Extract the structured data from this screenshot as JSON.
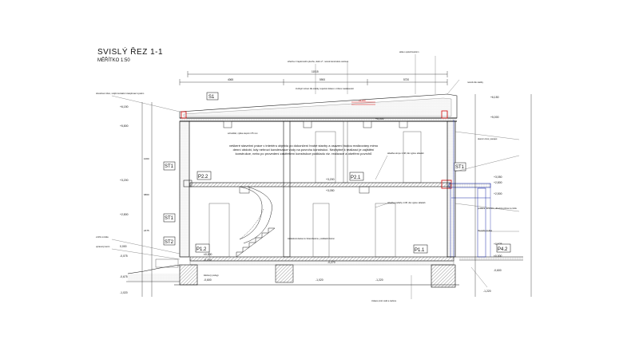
{
  "drawing": {
    "title": "SVISLÝ ŘEZ 1-1",
    "scale": "MĚŘÍTKO 1:50"
  },
  "room_tags": [
    {
      "id": "s1",
      "label": "S1"
    },
    {
      "id": "st1a",
      "label": "ST1"
    },
    {
      "id": "p22",
      "label": "P2.2"
    },
    {
      "id": "p21",
      "label": "P2.1"
    },
    {
      "id": "st1b",
      "label": "ST1"
    },
    {
      "id": "st2",
      "label": "ST2"
    },
    {
      "id": "p12",
      "label": "P1.2"
    },
    {
      "id": "p11",
      "label": "P1.1"
    },
    {
      "id": "st1c",
      "label": "ST1"
    },
    {
      "id": "p42",
      "label": "P4.2"
    }
  ],
  "levels_left": [
    "+6,150",
    "+5,800",
    "+3,200",
    "+2,800",
    "0,000",
    "-0,075",
    "-0,675",
    "-1,020"
  ],
  "levels_right": [
    "+6,150",
    "+5,000",
    "+3,050",
    "+2,800",
    "+2,500",
    "+0,625",
    "±0,000",
    "-0,600",
    "-1,220"
  ],
  "levels_inner": [
    "+6,000",
    "+3,200",
    "+3,050",
    "±0,000",
    "-0,150",
    "-0,270",
    "-0,600",
    "-1,020",
    "-1,220"
  ],
  "dimensions": [
    "4065",
    "11515",
    "5900",
    "5720",
    "1000",
    "6860",
    "2475"
  ],
  "notes": {
    "structural_note": "veškeré stavební práce v interiéru objektu po dokončení hrubé stavby a osazení budou realizovány mimo denní období, kdy nehrozí kondenzace vody na povrchu konstrukcí. Nezbytné k realizaci je zajištění konstrukce, nebo po provedení zastřešení konstrukce podkladu viz. realizace a ošetření povrchů",
    "roof_note": "střecha z trapézového plechu, sklon 2°, nosná konstrukce ocelová",
    "attic_note": "atika s oplechováním",
    "fill_note": "vnitřní omítka",
    "top_note": "ztužující věnec dle statiky, tepelná izolace s nízkou nasákavostí",
    "foundation_note": "základová deska ze železobetonu, podkladní beton",
    "floor1_note": "skladba podlahy 1.NP, dle výpisu skladeb",
    "floor2_note": "skladba stropu 2.NP, dle výpisu skladeb",
    "wall_note": "obvodové zdivo, vnější kontaktní zateplovací systém",
    "window_note": "okenní otvor, parapet",
    "stair_note": "schodiště, výška stupně 175 mm",
    "ground_note": "upravený terén",
    "drain_note": "drenážní trubka",
    "bottom_left_note": "štěrkový podsyp",
    "bottom_right_note": "izolace proti vodě a radonu",
    "deck_note": "podlaha na terase, dřevěná prkna na roštu",
    "beam_note": "nosník dle statiky"
  }
}
